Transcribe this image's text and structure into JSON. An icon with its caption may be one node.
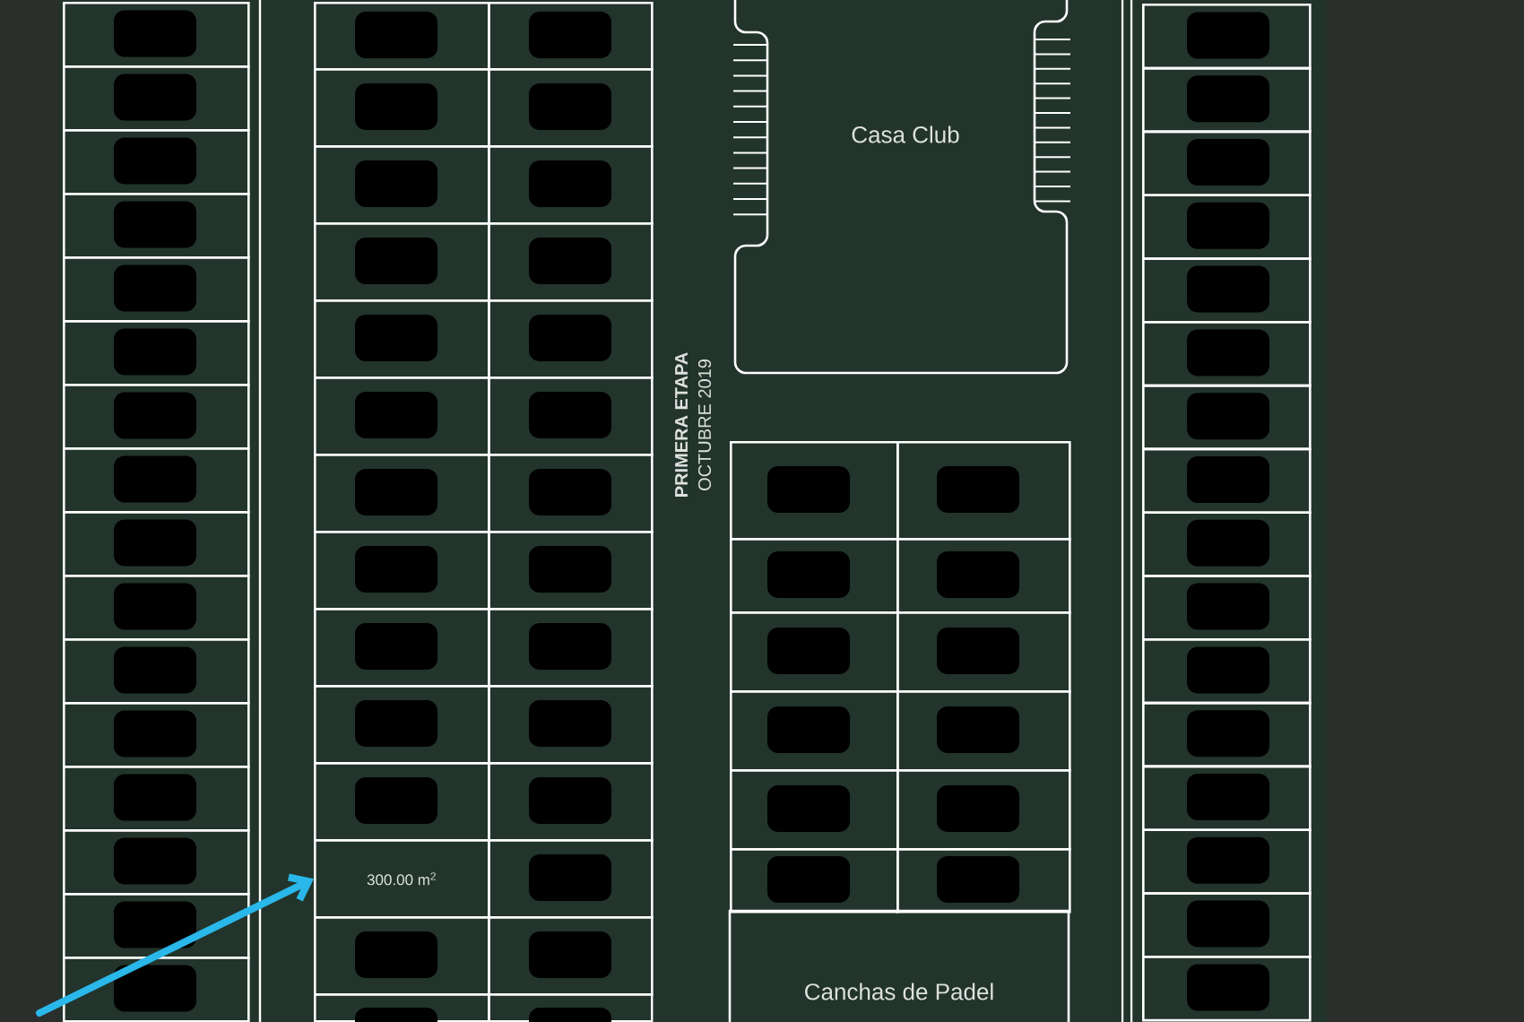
{
  "diagram": {
    "nodes": [
      {
        "text": [],
        "shape": "box"
      },
      {
        "text": [],
        "shape": "box"
      },
      {
        "text": [],
        "shape": "box"
      },
      {
        "text": [],
        "shape": "box"
      },
      {
        "text": [],
        "shape": "box"
      },
      {
        "text": [],
        "shape": "box"
      },
      {
        "text": [],
        "shape": "box"
      },
      {
        "text": [],
        "shape": "box"
      },
      {
        "text": [],
        "shape": "box"
      },
      {
        "text": [],
        "shape": "box"
      },
      {
        "text": [],
        "shape": "box"
      },
      {
        "text": [],
        "shape": "box"
      },
      {
        "text": [],
        "shape": "box"
      },
      {
        "text": [],
        "shape": "box"
      },
      {
        "text": [],
        "shape": "box"
      },
      {
        "text": [],
        "shape": "box"
      },
      {
        "text": [],
        "shape": "box"
      },
      {
        "text": [],
        "shape": "box"
      },
      {
        "text": [],
        "shape": "box"
      },
      {
        "text": [],
        "shape": "box"
      },
      {
        "text": [],
        "shape": "box"
      },
      {
        "text": [],
        "shape": "box"
      },
      {
        "text": [],
        "shape": "box"
      },
      {
        "text": [],
        "shape": "box"
      },
      {
        "text": [],
        "shape": "box"
      },
      {
        "text": [],
        "shape": "box"
      },
      {
        "text": [],
        "shape": "box"
      },
      {
        "text": [],
        "shape": "box"
      },
      {
        "text": [],
        "shape": "box"
      },
      {
        "text": [],
        "shape": "box"
      },
      {
        "text": [],
        "shape": "box"
      },
      {
        "text": [],
        "shape": "box"
      },
      {
        "text": [],
        "shape": "box"
      },
      {
        "text": [],
        "shape": "box"
      },
      {
        "text": [],
        "shape": "box"
      },
      {
        "text": [],
        "shape": "box"
      },
      {
        "text": [],
        "shape": "box"
      },
      {
        "text": [],
        "shape": "box"
      },
      {
        "text": [
          "300.00 m$^{2}$"
        ]
      },
      {
        "text": [],
        "shape": "box"
      },
      {
        "text": [],
        "shape": "box"
      },
      {
        "text": [],
        "shape": "box"
      },
      {
        "text": [],
        "shape": "box"
      },
      {
        "text": [],
        "shape": "box"
      },
      {
        "text": [
          "Casa Club"
        ]
      },
      {
        "text": [],
        "shape": "box"
      },
      {
        "text": [],
        "shape": "box"
      },
      {
        "text": [],
        "shape": "box"
      },
      {
        "text": [],
        "shape": "box"
      },
      {
        "text": [],
        "shape": "box"
      },
      {
        "text": [],
        "shape": "box"
      },
      {
        "text": [],
        "shape": "box"
      },
      {
        "text": [],
        "shape": "box"
      },
      {
        "text": [],
        "shape": "box"
      },
      {
        "text": [],
        "shape": "box"
      },
      {
        "text": [],
        "shape": "box"
      },
      {
        "text": [],
        "shape": "box"
      },
      {
        "text": [
          "Canchas de Padel"
        ]
      },
      {
        "text": [],
        "shape": "box"
      },
      {
        "text": [],
        "shape": "box"
      },
      {
        "text": [],
        "shape": "box"
      },
      {
        "text": [],
        "shape": "box"
      },
      {
        "text": [],
        "shape": "box"
      },
      {
        "text": [],
        "shape": "box"
      },
      {
        "text": [],
        "shape": "box"
      },
      {
        "text": [],
        "shape": "box"
      },
      {
        "text": [],
        "shape": "box"
      },
      {
        "text": [],
        "shape": "box"
      },
      {
        "text": [],
        "shape": "box"
      },
      {
        "text": [],
        "shape": "box"
      },
      {
        "text": [],
        "shape": "box"
      },
      {
        "text": [],
        "shape": "box"
      },
      {
        "text": [],
        "shape": "box"
      },
      {
        "text": [],
        "shape": "box"
      }
    ],
    "edges": [
      {
        "from": null,
        "to": 38,
        "arrow": "to",
        "color": "#2ab7ea"
      }
    ],
    "labels": [
      "PRIMERA ETAPA",
      "OCTUBRE 2019"
    ]
  }
}
